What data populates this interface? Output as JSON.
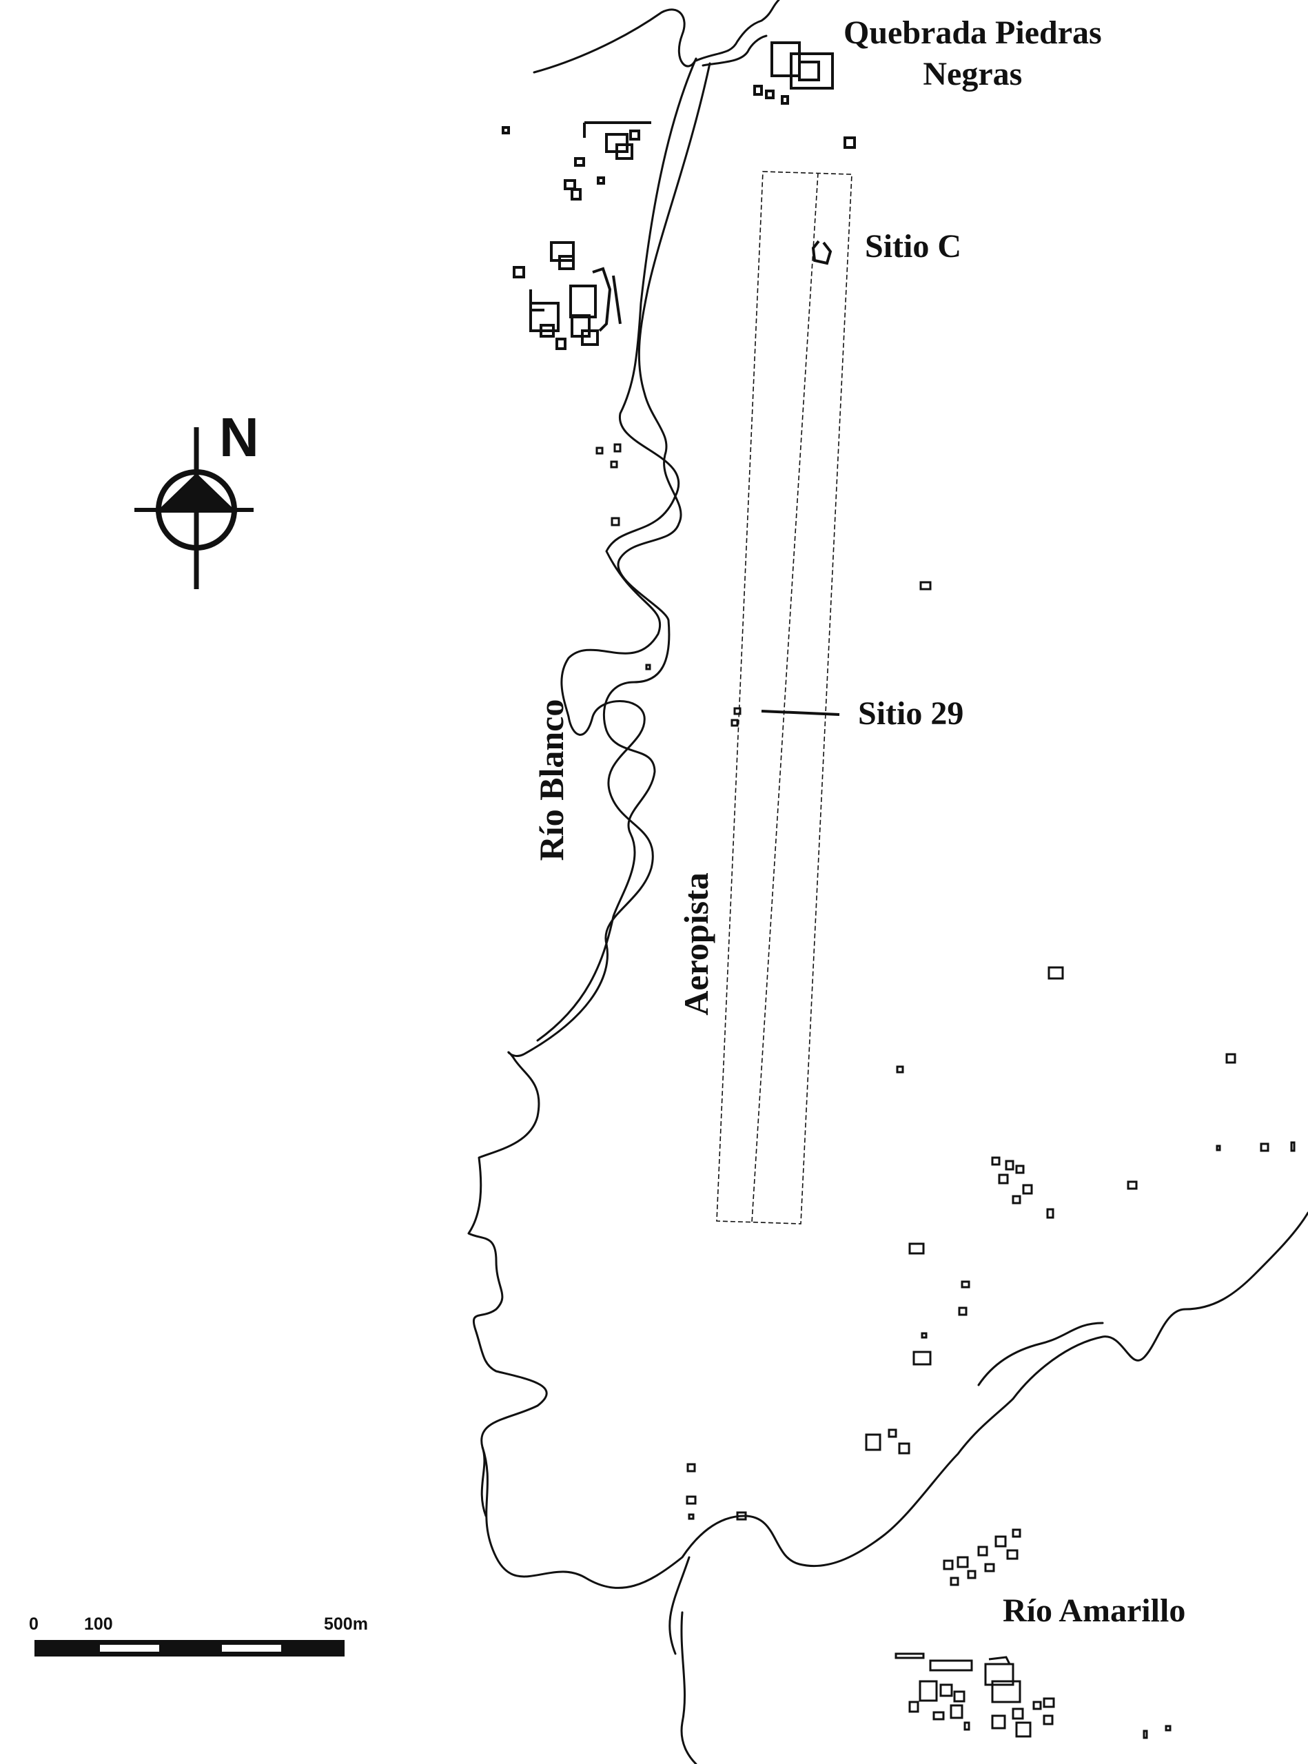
{
  "labels": {
    "quebrada_line1": "Quebrada Piedras",
    "quebrada_line2": "Negras",
    "sitio_c": "Sitio C",
    "sitio_29": "Sitio 29",
    "rio_blanco": "Río Blanco",
    "aeropista": "Aeropista",
    "rio_amarillo": "Río Amarillo"
  },
  "north_arrow": {
    "letter": "N",
    "icon": "north-arrow-icon"
  },
  "scale_bar": {
    "label_0": "0",
    "label_100": "100",
    "label_500": "500m"
  },
  "colors": {
    "ink": "#111111",
    "background": "#ffffff"
  }
}
